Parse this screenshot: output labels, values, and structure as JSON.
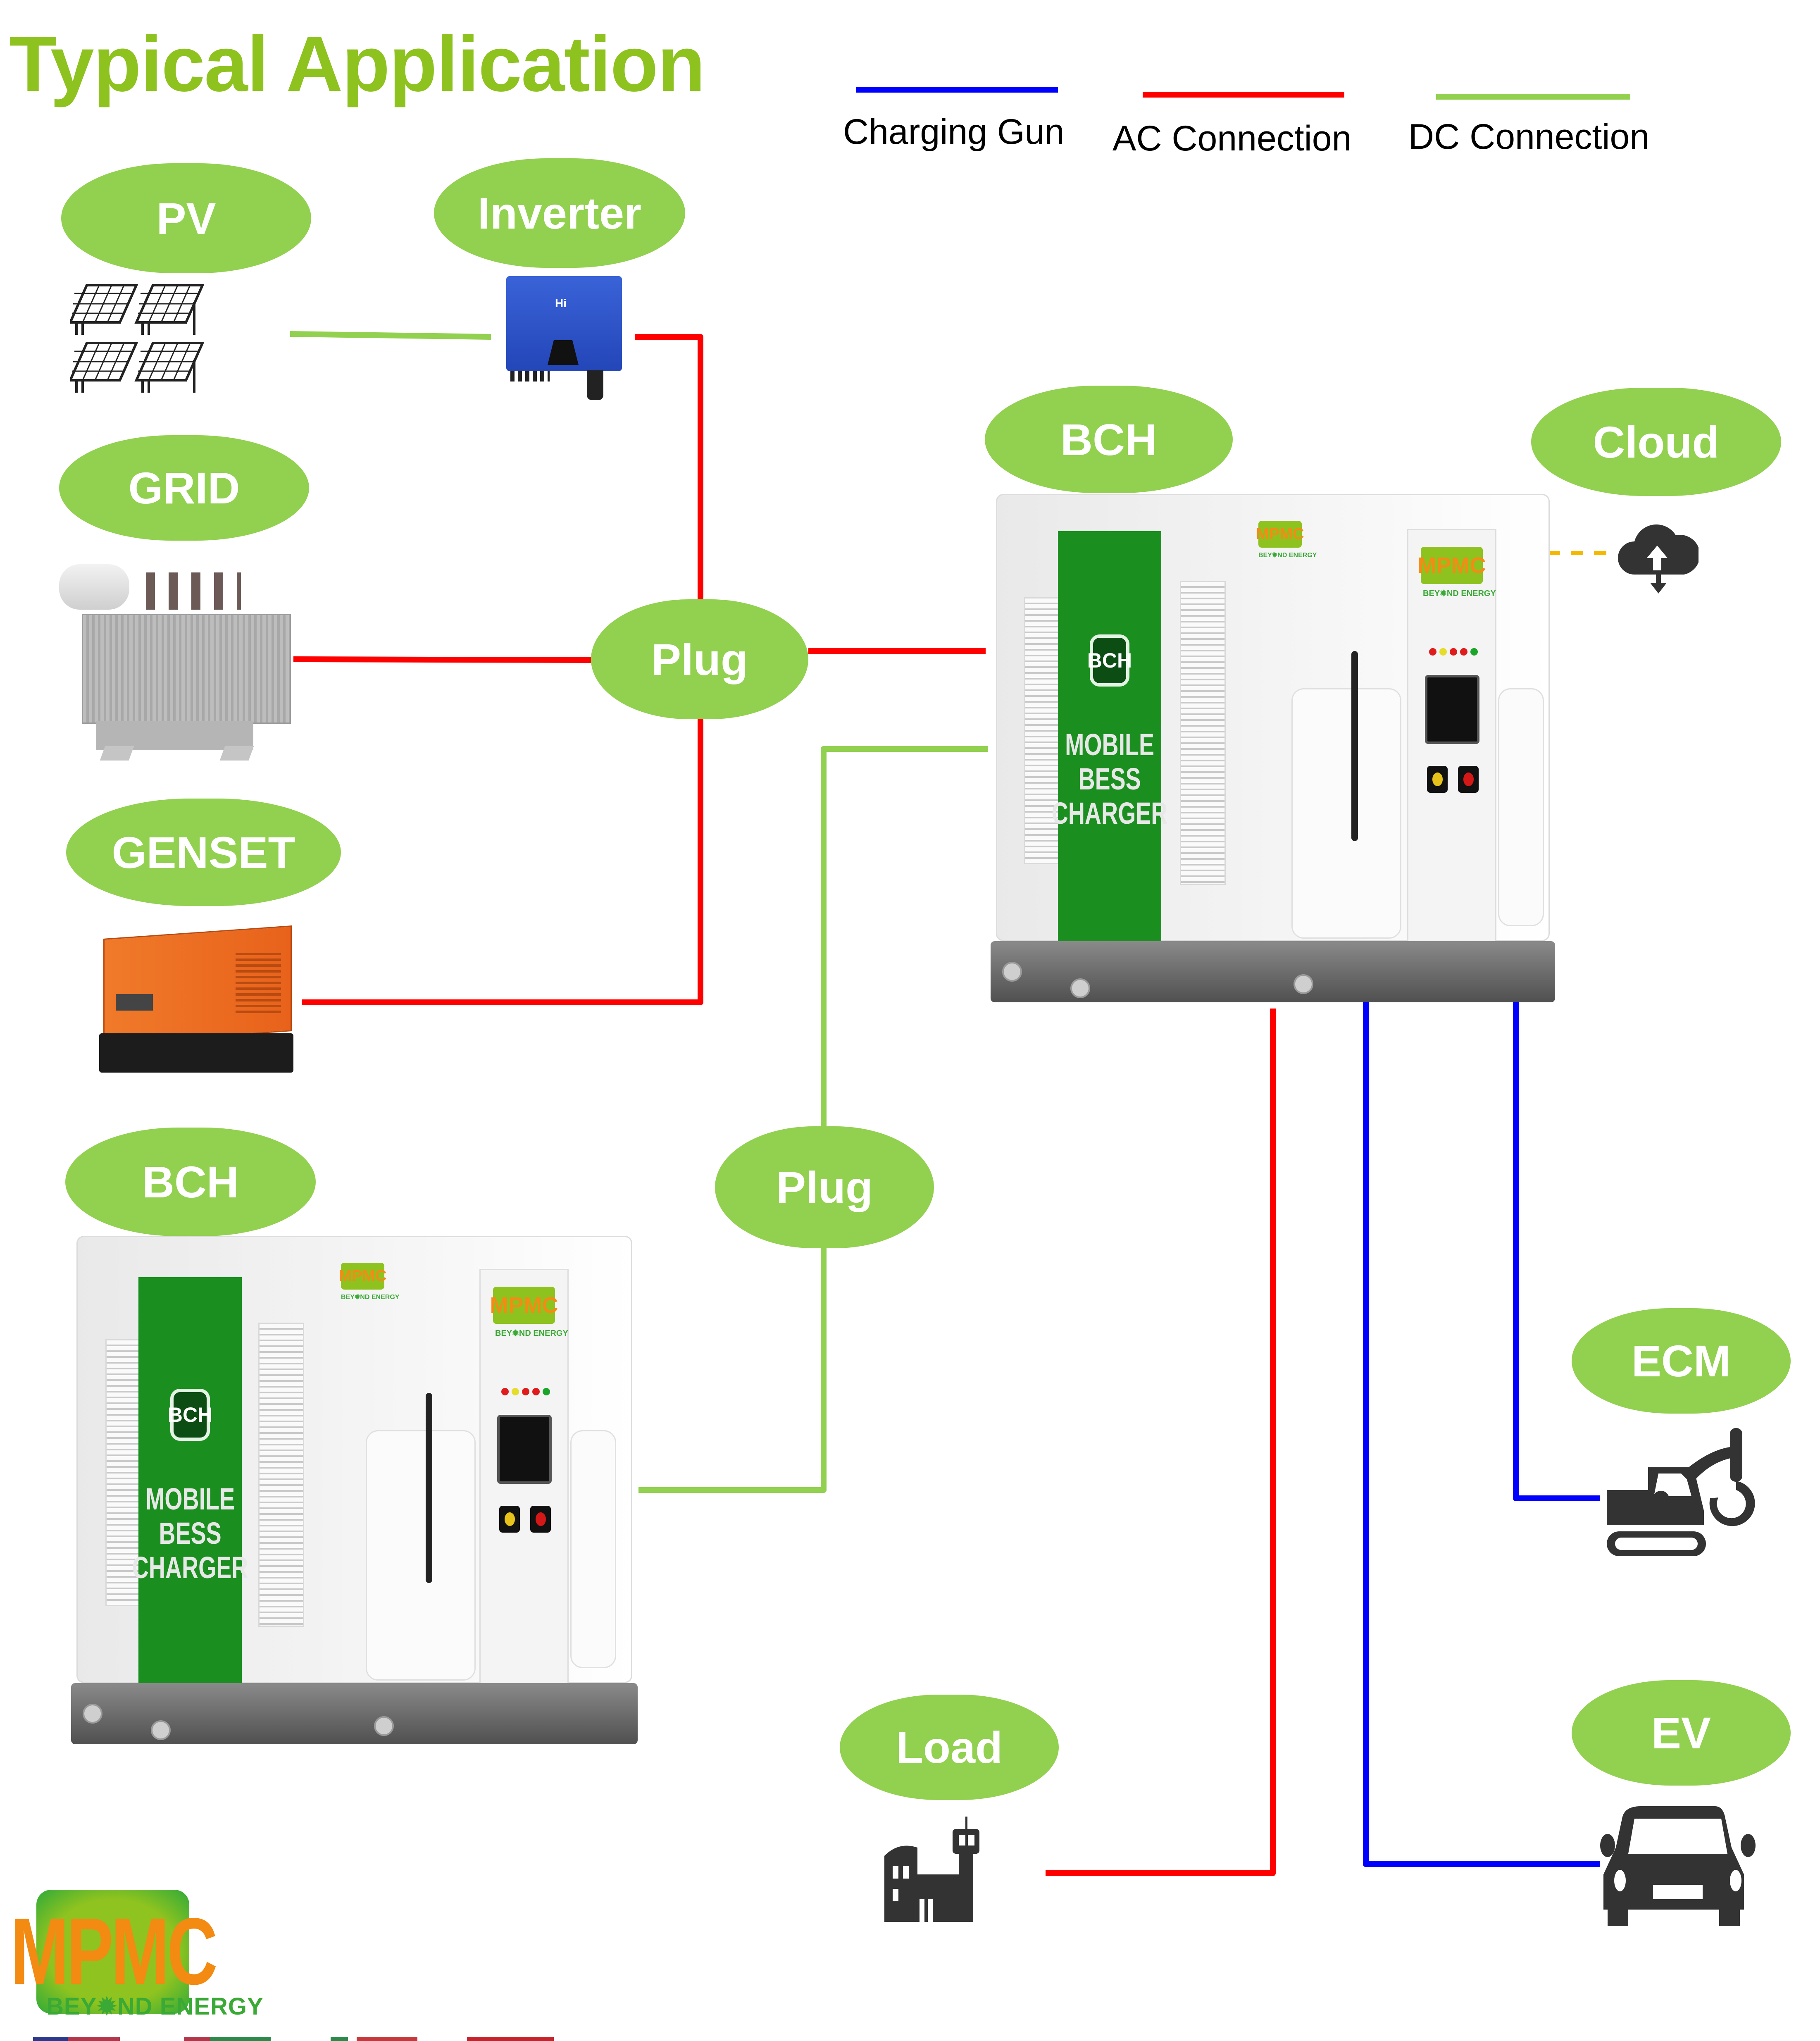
{
  "title": "Typical Application",
  "legend": [
    {
      "label": "Charging Gun",
      "color": "#0000ff"
    },
    {
      "label": "AC Connection",
      "color": "#ff0000"
    },
    {
      "label": "DC Connection",
      "color": "#92d050"
    }
  ],
  "colors": {
    "accent_green": "#92d050",
    "title_green": "#8dc21f",
    "ac_red": "#ff0000",
    "gun_blue": "#0000ff",
    "dc_green": "#92d050",
    "cloud_link": "#f5b800",
    "icon_dark": "#333333"
  },
  "nodes": {
    "pv": {
      "label": "PV",
      "icon": "solar-panel-icon"
    },
    "inverter": {
      "label": "Inverter",
      "icon": "inverter-icon"
    },
    "grid": {
      "label": "GRID",
      "icon": "transformer-icon"
    },
    "genset": {
      "label": "GENSET",
      "icon": "generator-icon"
    },
    "plug_ac": {
      "label": "Plug"
    },
    "plug_dc": {
      "label": "Plug"
    },
    "bch_main": {
      "label": "BCH"
    },
    "bch_secondary": {
      "label": "BCH"
    },
    "cloud": {
      "label": "Cloud",
      "icon": "cloud-sync-icon"
    },
    "ecm": {
      "label": "ECM",
      "icon": "excavator-icon"
    },
    "ev": {
      "label": "EV",
      "icon": "car-icon"
    },
    "load": {
      "label": "Load",
      "icon": "building-icon"
    }
  },
  "machine": {
    "badge": "BCH",
    "band_lines": [
      "MOBILE",
      "BESS",
      "CHARGER"
    ],
    "logo": "MPMC",
    "logo_sub": "BEY✹ND ENERGY",
    "indicator_lights": [
      "#e01b1b",
      "#e6dc2a",
      "#e01b1b",
      "#e01b1b",
      "#1aa52a"
    ]
  },
  "connections": [
    {
      "from": "pv",
      "to": "inverter",
      "type": "DC Connection"
    },
    {
      "from": "inverter",
      "to": "plug_ac",
      "type": "AC Connection"
    },
    {
      "from": "grid",
      "to": "plug_ac",
      "type": "AC Connection"
    },
    {
      "from": "genset",
      "to": "plug_ac",
      "type": "AC Connection"
    },
    {
      "from": "plug_ac",
      "to": "bch_main",
      "type": "AC Connection"
    },
    {
      "from": "bch_secondary",
      "to": "plug_dc",
      "type": "DC Connection"
    },
    {
      "from": "plug_dc",
      "to": "bch_main",
      "type": "DC Connection"
    },
    {
      "from": "bch_main",
      "to": "cloud",
      "type": "data"
    },
    {
      "from": "bch_main",
      "to": "load",
      "type": "AC Connection"
    },
    {
      "from": "bch_main",
      "to": "ev",
      "type": "Charging Gun"
    },
    {
      "from": "bch_main",
      "to": "ecm",
      "type": "Charging Gun"
    }
  ],
  "footer": {
    "logo": "MPMC",
    "tagline": "BEY✹ND ENERGY"
  }
}
